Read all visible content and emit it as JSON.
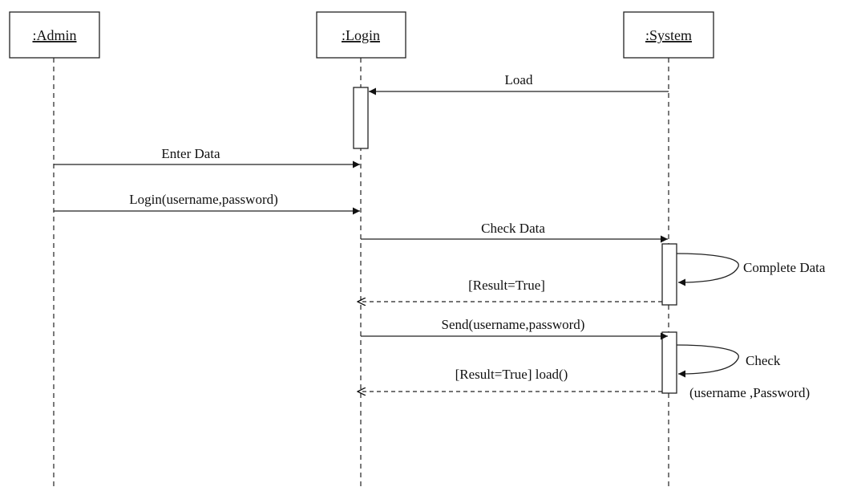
{
  "lifelines": [
    {
      "id": "admin",
      "name": ":Admin"
    },
    {
      "id": "login",
      "name": ":Login"
    },
    {
      "id": "system",
      "name": ":System"
    }
  ],
  "messages": [
    {
      "id": "load",
      "label": "Load",
      "from": "system",
      "to": "login",
      "kind": "call"
    },
    {
      "id": "enter-data",
      "label": "Enter Data",
      "from": "admin",
      "to": "login",
      "kind": "call"
    },
    {
      "id": "login",
      "label": "Login(username,password)",
      "from": "admin",
      "to": "login",
      "kind": "call"
    },
    {
      "id": "check-data",
      "label": "Check Data",
      "from": "login",
      "to": "system",
      "kind": "call"
    },
    {
      "id": "result-true",
      "label": "[Result=True]",
      "from": "system",
      "to": "login",
      "kind": "return"
    },
    {
      "id": "send",
      "label": "Send(username,password)",
      "from": "login",
      "to": "system",
      "kind": "call"
    },
    {
      "id": "result-load",
      "label": "[Result=True] load()",
      "from": "system",
      "to": "login",
      "kind": "return"
    }
  ],
  "self_messages": [
    {
      "id": "complete-data",
      "lines": [
        "Complete Data"
      ]
    },
    {
      "id": "check",
      "lines": [
        "Check",
        "(username ,Password)"
      ]
    }
  ]
}
